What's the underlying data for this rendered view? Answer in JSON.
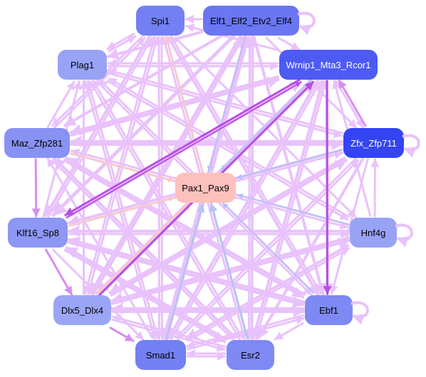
{
  "colors": {
    "edge_light": "#e9c2fb",
    "edge_mid": "#d98df0",
    "edge_strong": "#b84ee8",
    "edge_blue": "#b7c2f6",
    "edge_peach": "#fcc9bd",
    "center_fill": "#fdc1bd"
  },
  "nodes": [
    {
      "id": "spi1",
      "label": "Spi1",
      "fill": "#7280f4",
      "text": "#000000"
    },
    {
      "id": "elf",
      "label": "Elf1_Elf2_Etv2_Elf4",
      "fill": "#6a76f2",
      "text": "#000000"
    },
    {
      "id": "plag1",
      "label": "Plag1",
      "fill": "#98a3f6",
      "text": "#000000"
    },
    {
      "id": "wrnip",
      "label": "Wrnip1_Mta3_Rcor1",
      "fill": "#4d5bf3",
      "text": "#ffffff"
    },
    {
      "id": "maz",
      "label": "Maz_Zfp281",
      "fill": "#8892f4",
      "text": "#000000"
    },
    {
      "id": "zfx",
      "label": "Zfx_Zfp711",
      "fill": "#3444f2",
      "text": "#ffffff"
    },
    {
      "id": "pax",
      "label": "Pax1_Pax9",
      "fill": "#fdc1bd",
      "text": "#000000"
    },
    {
      "id": "klf",
      "label": "Klf16_Sp8",
      "fill": "#8d97f4",
      "text": "#000000"
    },
    {
      "id": "hnf",
      "label": "Hnf4g",
      "fill": "#98a3f6",
      "text": "#000000"
    },
    {
      "id": "dlx",
      "label": "Dlx5_Dlx4",
      "fill": "#9ba5f6",
      "text": "#000000"
    },
    {
      "id": "ebf",
      "label": "Ebf1",
      "fill": "#7e89f4",
      "text": "#000000"
    },
    {
      "id": "smad",
      "label": "Smad1",
      "fill": "#7280f4",
      "text": "#000000"
    },
    {
      "id": "esr2",
      "label": "Esr2",
      "fill": "#7e89f4",
      "text": "#000000"
    }
  ],
  "self_loops": [
    "elf",
    "zfx",
    "hnf",
    "ebf"
  ],
  "edges": [
    {
      "from": "spi1",
      "to": "plag1",
      "w": 3,
      "c": "edge_light"
    },
    {
      "from": "spi1",
      "to": "maz",
      "w": 3,
      "c": "edge_light"
    },
    {
      "from": "spi1",
      "to": "klf",
      "w": 4,
      "c": "edge_light"
    },
    {
      "from": "spi1",
      "to": "dlx",
      "w": 3,
      "c": "edge_light"
    },
    {
      "from": "spi1",
      "to": "ebf",
      "w": 4,
      "c": "edge_light"
    },
    {
      "from": "spi1",
      "to": "smad",
      "w": 3,
      "c": "edge_light"
    },
    {
      "from": "spi1",
      "to": "esr2",
      "w": 3,
      "c": "edge_light"
    },
    {
      "from": "spi1",
      "to": "hnf",
      "w": 3,
      "c": "edge_light"
    },
    {
      "from": "elf",
      "to": "spi1",
      "w": 3,
      "c": "edge_light"
    },
    {
      "from": "elf",
      "to": "plag1",
      "w": 4,
      "c": "edge_light"
    },
    {
      "from": "elf",
      "to": "maz",
      "w": 4,
      "c": "edge_light"
    },
    {
      "from": "elf",
      "to": "klf",
      "w": 5,
      "c": "edge_light"
    },
    {
      "from": "elf",
      "to": "dlx",
      "w": 4,
      "c": "edge_light"
    },
    {
      "from": "elf",
      "to": "smad",
      "w": 4,
      "c": "edge_light"
    },
    {
      "from": "elf",
      "to": "esr2",
      "w": 3,
      "c": "edge_light"
    },
    {
      "from": "elf",
      "to": "ebf",
      "w": 4,
      "c": "edge_light"
    },
    {
      "from": "elf",
      "to": "zfx",
      "w": 3,
      "c": "edge_light"
    },
    {
      "from": "elf",
      "to": "wrnip",
      "w": 3,
      "c": "edge_light"
    },
    {
      "from": "elf",
      "to": "pax",
      "w": 2,
      "c": "edge_blue"
    },
    {
      "from": "plag1",
      "to": "spi1",
      "w": 3,
      "c": "edge_light"
    },
    {
      "from": "plag1",
      "to": "wrnip",
      "w": 3,
      "c": "edge_light"
    },
    {
      "from": "plag1",
      "to": "zfx",
      "w": 3,
      "c": "edge_light"
    },
    {
      "from": "plag1",
      "to": "hnf",
      "w": 3,
      "c": "edge_light"
    },
    {
      "from": "plag1",
      "to": "ebf",
      "w": 3,
      "c": "edge_light"
    },
    {
      "from": "plag1",
      "to": "esr2",
      "w": 3,
      "c": "edge_light"
    },
    {
      "from": "plag1",
      "to": "smad",
      "w": 3,
      "c": "edge_light"
    },
    {
      "from": "wrnip",
      "to": "plag1",
      "w": 3,
      "c": "edge_light"
    },
    {
      "from": "wrnip",
      "to": "maz",
      "w": 4,
      "c": "edge_light"
    },
    {
      "from": "wrnip",
      "to": "klf",
      "w": 3,
      "c": "edge_strong"
    },
    {
      "from": "wrnip",
      "to": "dlx",
      "w": 4,
      "c": "edge_light"
    },
    {
      "from": "wrnip",
      "to": "smad",
      "w": 4,
      "c": "edge_light"
    },
    {
      "from": "wrnip",
      "to": "esr2",
      "w": 4,
      "c": "edge_light"
    },
    {
      "from": "wrnip",
      "to": "ebf",
      "w": 4,
      "c": "edge_light"
    },
    {
      "from": "wrnip",
      "to": "zfx",
      "w": 3,
      "c": "edge_light"
    },
    {
      "from": "wrnip",
      "to": "spi1",
      "w": 3,
      "c": "edge_light"
    },
    {
      "from": "wrnip",
      "to": "pax",
      "w": 2,
      "c": "edge_blue"
    },
    {
      "from": "maz",
      "to": "plag1",
      "w": 3,
      "c": "edge_light"
    },
    {
      "from": "maz",
      "to": "spi1",
      "w": 3,
      "c": "edge_light"
    },
    {
      "from": "maz",
      "to": "wrnip",
      "w": 4,
      "c": "edge_light"
    },
    {
      "from": "maz",
      "to": "zfx",
      "w": 4,
      "c": "edge_light"
    },
    {
      "from": "maz",
      "to": "hnf",
      "w": 3,
      "c": "edge_light"
    },
    {
      "from": "maz",
      "to": "ebf",
      "w": 4,
      "c": "edge_light"
    },
    {
      "from": "maz",
      "to": "esr2",
      "w": 3,
      "c": "edge_light"
    },
    {
      "from": "maz",
      "to": "klf",
      "w": 3,
      "c": "edge_mid"
    },
    {
      "from": "maz",
      "to": "pax",
      "w": 2,
      "c": "edge_peach"
    },
    {
      "from": "zfx",
      "to": "wrnip",
      "w": 3,
      "c": "edge_mid"
    },
    {
      "from": "zfx",
      "to": "maz",
      "w": 4,
      "c": "edge_light"
    },
    {
      "from": "zfx",
      "to": "klf",
      "w": 4,
      "c": "edge_light"
    },
    {
      "from": "zfx",
      "to": "dlx",
      "w": 4,
      "c": "edge_light"
    },
    {
      "from": "zfx",
      "to": "smad",
      "w": 3,
      "c": "edge_light"
    },
    {
      "from": "zfx",
      "to": "esr2",
      "w": 4,
      "c": "edge_light"
    },
    {
      "from": "zfx",
      "to": "ebf",
      "w": 3,
      "c": "edge_light"
    },
    {
      "from": "zfx",
      "to": "plag1",
      "w": 3,
      "c": "edge_light"
    },
    {
      "from": "zfx",
      "to": "pax",
      "w": 2,
      "c": "edge_blue"
    },
    {
      "from": "klf",
      "to": "plag1",
      "w": 3,
      "c": "edge_light"
    },
    {
      "from": "klf",
      "to": "spi1",
      "w": 3,
      "c": "edge_light"
    },
    {
      "from": "klf",
      "to": "wrnip",
      "w": 4,
      "c": "edge_light"
    },
    {
      "from": "klf",
      "to": "zfx",
      "w": 3,
      "c": "edge_light"
    },
    {
      "from": "klf",
      "to": "hnf",
      "w": 3,
      "c": "edge_light"
    },
    {
      "from": "klf",
      "to": "ebf",
      "w": 4,
      "c": "edge_light"
    },
    {
      "from": "klf",
      "to": "esr2",
      "w": 4,
      "c": "edge_light"
    },
    {
      "from": "klf",
      "to": "dlx",
      "w": 3,
      "c": "edge_mid"
    },
    {
      "from": "klf",
      "to": "smad",
      "w": 3,
      "c": "edge_light"
    },
    {
      "from": "klf",
      "to": "pax",
      "w": 2,
      "c": "edge_peach"
    },
    {
      "from": "hnf",
      "to": "plag1",
      "w": 3,
      "c": "edge_light"
    },
    {
      "from": "hnf",
      "to": "maz",
      "w": 3,
      "c": "edge_light"
    },
    {
      "from": "hnf",
      "to": "klf",
      "w": 4,
      "c": "edge_light"
    },
    {
      "from": "hnf",
      "to": "dlx",
      "w": 4,
      "c": "edge_light"
    },
    {
      "from": "hnf",
      "to": "smad",
      "w": 4,
      "c": "edge_light"
    },
    {
      "from": "hnf",
      "to": "wrnip",
      "w": 3,
      "c": "edge_light"
    },
    {
      "from": "hnf",
      "to": "zfx",
      "w": 3,
      "c": "edge_light"
    },
    {
      "from": "hnf",
      "to": "pax",
      "w": 2,
      "c": "edge_blue"
    },
    {
      "from": "dlx",
      "to": "plag1",
      "w": 3,
      "c": "edge_light"
    },
    {
      "from": "dlx",
      "to": "spi1",
      "w": 3,
      "c": "edge_light"
    },
    {
      "from": "dlx",
      "to": "elf",
      "w": 4,
      "c": "edge_light"
    },
    {
      "from": "dlx",
      "to": "wrnip",
      "w": 4,
      "c": "edge_light"
    },
    {
      "from": "dlx",
      "to": "zfx",
      "w": 4,
      "c": "edge_light"
    },
    {
      "from": "dlx",
      "to": "hnf",
      "w": 4,
      "c": "edge_light"
    },
    {
      "from": "dlx",
      "to": "ebf",
      "w": 4,
      "c": "edge_light"
    },
    {
      "from": "dlx",
      "to": "esr2",
      "w": 3,
      "c": "edge_light"
    },
    {
      "from": "dlx",
      "to": "smad",
      "w": 3,
      "c": "edge_mid"
    },
    {
      "from": "dlx",
      "to": "pax",
      "w": 2,
      "c": "edge_peach"
    },
    {
      "from": "ebf",
      "to": "plag1",
      "w": 3,
      "c": "edge_light"
    },
    {
      "from": "ebf",
      "to": "maz",
      "w": 4,
      "c": "edge_light"
    },
    {
      "from": "ebf",
      "to": "klf",
      "w": 4,
      "c": "edge_light"
    },
    {
      "from": "ebf",
      "to": "dlx",
      "w": 4,
      "c": "edge_light"
    },
    {
      "from": "ebf",
      "to": "smad",
      "w": 3,
      "c": "edge_light"
    },
    {
      "from": "ebf",
      "to": "esr2",
      "w": 3,
      "c": "edge_light"
    },
    {
      "from": "ebf",
      "to": "spi1",
      "w": 3,
      "c": "edge_light"
    },
    {
      "from": "ebf",
      "to": "pax",
      "w": 2,
      "c": "edge_blue"
    },
    {
      "from": "smad",
      "to": "plag1",
      "w": 3,
      "c": "edge_light"
    },
    {
      "from": "smad",
      "to": "spi1",
      "w": 3,
      "c": "edge_light"
    },
    {
      "from": "smad",
      "to": "elf",
      "w": 4,
      "c": "edge_light"
    },
    {
      "from": "smad",
      "to": "wrnip",
      "w": 3,
      "c": "edge_light"
    },
    {
      "from": "smad",
      "to": "zfx",
      "w": 3,
      "c": "edge_light"
    },
    {
      "from": "smad",
      "to": "hnf",
      "w": 3,
      "c": "edge_light"
    },
    {
      "from": "smad",
      "to": "ebf",
      "w": 3,
      "c": "edge_light"
    },
    {
      "from": "smad",
      "to": "maz",
      "w": 3,
      "c": "edge_light"
    },
    {
      "from": "smad",
      "to": "esr2",
      "w": 3,
      "c": "edge_light"
    },
    {
      "from": "smad",
      "to": "pax",
      "w": 3,
      "c": "edge_blue"
    },
    {
      "from": "esr2",
      "to": "plag1",
      "w": 3,
      "c": "edge_light"
    },
    {
      "from": "esr2",
      "to": "spi1",
      "w": 3,
      "c": "edge_light"
    },
    {
      "from": "esr2",
      "to": "elf",
      "w": 4,
      "c": "edge_light"
    },
    {
      "from": "esr2",
      "to": "wrnip",
      "w": 3,
      "c": "edge_light"
    },
    {
      "from": "esr2",
      "to": "maz",
      "w": 4,
      "c": "edge_light"
    },
    {
      "from": "esr2",
      "to": "klf",
      "w": 4,
      "c": "edge_light"
    },
    {
      "from": "esr2",
      "to": "dlx",
      "w": 3,
      "c": "edge_light"
    },
    {
      "from": "esr2",
      "to": "smad",
      "w": 3,
      "c": "edge_light"
    },
    {
      "from": "esr2",
      "to": "pax",
      "w": 3,
      "c": "edge_blue"
    },
    {
      "from": "pax",
      "to": "spi1",
      "w": 2,
      "c": "edge_peach"
    },
    {
      "from": "pax",
      "to": "wrnip",
      "w": 2,
      "c": "edge_peach"
    },
    {
      "from": "pax",
      "to": "dlx",
      "w": 2,
      "c": "edge_peach"
    },
    {
      "from": "wrnip",
      "to": "ebf",
      "w": 3,
      "c": "edge_strong"
    },
    {
      "from": "klf",
      "to": "wrnip",
      "w": 2,
      "c": "edge_strong"
    },
    {
      "from": "dlx",
      "to": "wrnip",
      "w": 3,
      "c": "edge_strong"
    }
  ]
}
